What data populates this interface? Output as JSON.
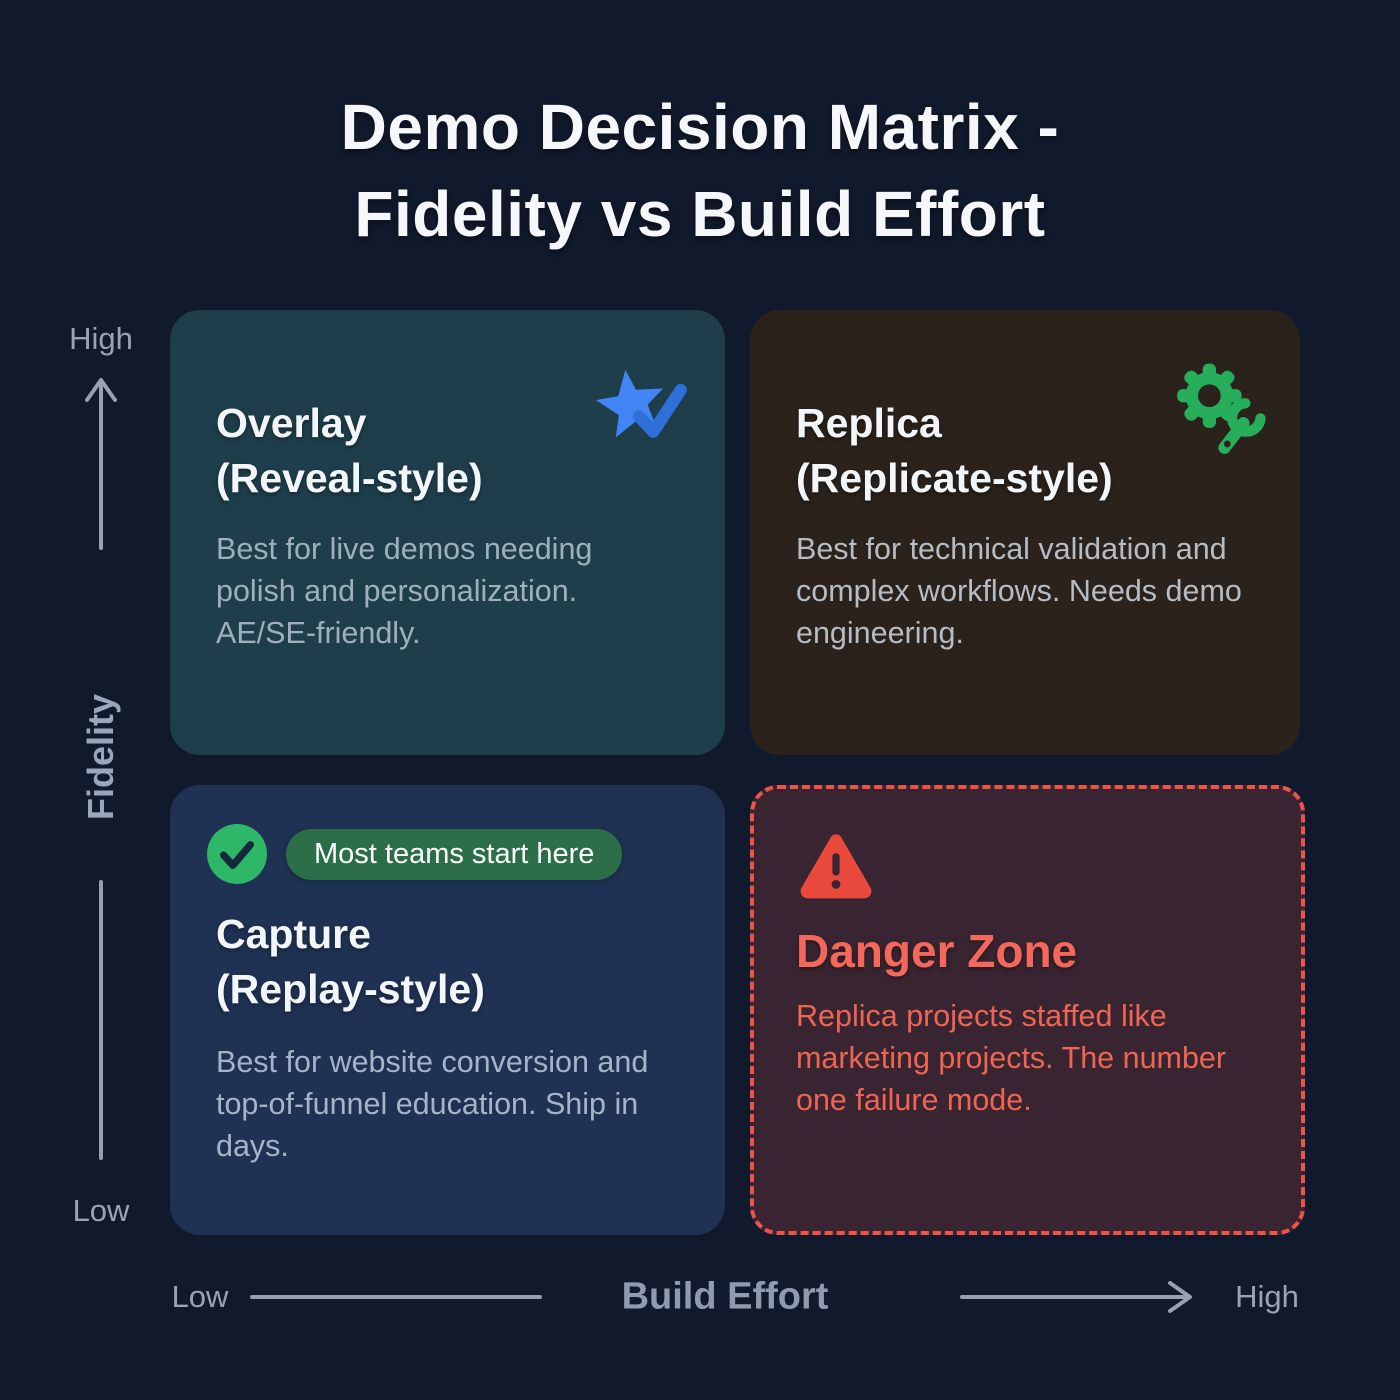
{
  "header": {
    "title_line1": "Demo Decision Matrix -",
    "title_line2": "Fidelity vs Build Effort"
  },
  "y_axis": {
    "label": "Fidelity",
    "top_label": "High",
    "bottom_label": "Low"
  },
  "x_axis": {
    "label": "Build Effort",
    "left_label": "Low",
    "right_label": "High"
  },
  "quadrants": {
    "overlay": {
      "title_line1": "Overlay",
      "title_line2": "(Reveal-style)",
      "body": "Best for live demos needing polish and personalization. AE/SE-friendly.",
      "icon": "star-check-icon",
      "bg_color": "#1d3e4a",
      "accent_color": "#4285f4"
    },
    "replica": {
      "title_line1": "Replica",
      "title_line2": "(Replicate-style)",
      "body": "Best for technical validation and complex workflows. Needs demo engineering.",
      "icon": "gear-wrench-icon",
      "bg_color": "#2a221b",
      "accent_color": "#26ae5b"
    },
    "capture": {
      "badge": "Most teams start here",
      "title_line1": "Capture",
      "title_line2": "(Replay-style)",
      "body": "Best for website conversion and top-of-funnel education. Ship in days.",
      "icon": "check-circle-icon",
      "bg_color": "#1f3254",
      "accent_color": "#2fb768",
      "badge_color": "#2b6e48"
    },
    "danger": {
      "title": "Danger Zone",
      "body": "Replica projects staffed like marketing projects. The number one failure mode.",
      "icon": "warning-triangle-icon",
      "bg_color": "#392531",
      "border_color": "#ef5348",
      "text_color": "#ee6553"
    }
  },
  "colors": {
    "page_background": "#111a2c",
    "title_text": "#f5f7fa",
    "axis_lines": "#97a1b2",
    "card_title_text": "#f3f6f8"
  }
}
